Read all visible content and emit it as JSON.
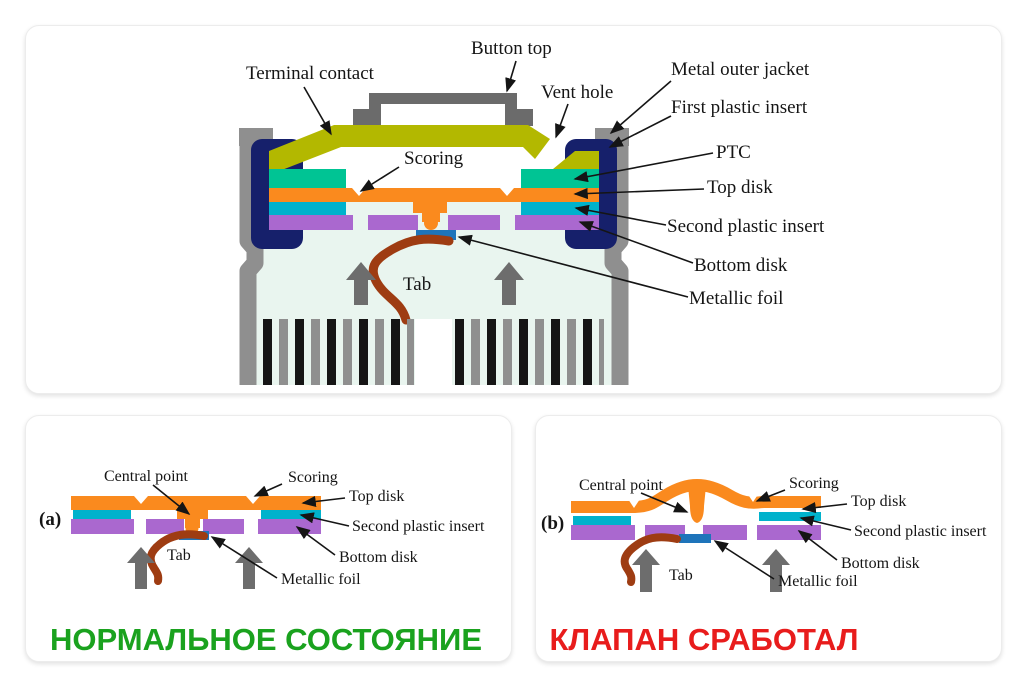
{
  "main": {
    "labels": {
      "terminal_contact": "Terminal contact",
      "button_top": "Button top",
      "vent_hole": "Vent hole",
      "metal_outer_jacket": "Metal outer jacket",
      "first_plastic_insert": "First plastic insert",
      "ptc": "PTC",
      "scoring": "Scoring",
      "top_disk": "Top disk",
      "second_plastic_insert": "Second plastic insert",
      "bottom_disk": "Bottom disk",
      "metallic_foil": "Metallic foil",
      "tab": "Tab"
    }
  },
  "panel_a": {
    "index": "(a)",
    "labels": {
      "central_point": "Central point",
      "scoring": "Scoring",
      "top_disk": "Top disk",
      "second_plastic_insert": "Second plastic insert",
      "bottom_disk": "Bottom disk",
      "metallic_foil": "Metallic foil",
      "tab": "Tab"
    },
    "caption": "НОРМАЛЬНОЕ СОСТОЯНИЕ"
  },
  "panel_b": {
    "index": "(b)",
    "labels": {
      "central_point": "Central point",
      "scoring": "Scoring",
      "top_disk": "Top disk",
      "second_plastic_insert": "Second plastic insert",
      "bottom_disk": "Bottom disk",
      "metallic_foil": "Metallic foil",
      "tab": "Tab"
    },
    "caption": "КЛАПАН СРАБОТАЛ"
  },
  "colors": {
    "metal_gray": "#8f8f8f",
    "button_gray": "#6b6b6b",
    "first_insert_navy": "#16206b",
    "terminal_olive": "#b3b800",
    "ptc_teal": "#00c494",
    "top_disk_orange": "#fa8a1e",
    "second_insert_cyan": "#00b2cc",
    "bottom_disk_purple": "#aa68cf",
    "foil_blue": "#1e74ba",
    "tab_brown": "#9e3c12",
    "interior_mint": "#e9f5ef",
    "arrow_gray": "#6d6d6d",
    "caption_green": "#1aa21e",
    "caption_red": "#e81c1c"
  }
}
